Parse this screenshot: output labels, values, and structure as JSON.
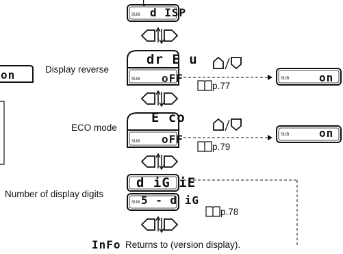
{
  "sub_tag": "SUB",
  "top_bracket": "[",
  "partial_display": {
    "sub_value": "on"
  },
  "header": {
    "main": "",
    "sub": "d ISP"
  },
  "items": [
    {
      "label": "Display reverse",
      "main": "dr E u",
      "sub": "oFF",
      "alt_sub": "on",
      "reference": "p.77"
    },
    {
      "label": "ECO mode",
      "main": "E co",
      "sub": "oFF",
      "alt_sub": "on",
      "reference": "p.79"
    },
    {
      "label": "Number of display digits",
      "main": "d iG iE",
      "sub": "5 - d iG",
      "reference": "p.78"
    }
  ],
  "footer": {
    "code": "InFo",
    "text": "Returns to (version display)."
  },
  "icons": {
    "nav_arrows": "left-up-down-right-arrow-keys",
    "updown_keys": "up-down-arrow-keys",
    "manual": "open-book-icon"
  }
}
